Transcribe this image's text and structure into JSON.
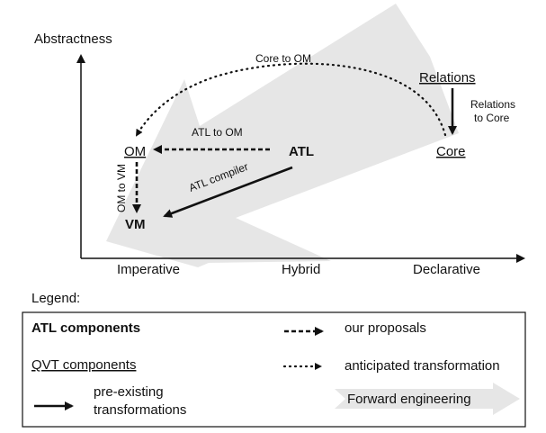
{
  "axes": {
    "y_label": "Abstractness",
    "x_categories": [
      "Imperative",
      "Hybrid",
      "Declarative"
    ]
  },
  "nodes": {
    "relations": "Relations",
    "core": "Core",
    "om": "OM",
    "atl": "ATL",
    "vm": "VM"
  },
  "edges": {
    "core_to_om": "Core to OM",
    "relations_to_core_line1": "Relations",
    "relations_to_core_line2": "to Core",
    "atl_to_om": "ATL to OM",
    "atl_compiler": "ATL compiler",
    "om_to_vm": "OM to VM"
  },
  "legend": {
    "title": "Legend:",
    "atl_components": "ATL components",
    "qvt_components": "QVT components",
    "preexisting_line1": "pre-existing",
    "preexisting_line2": "transformations",
    "our_proposals": "our proposals",
    "anticipated": "anticipated transformation",
    "forward_engineering": "Forward engineering"
  },
  "colors": {
    "big_arrow": "#e6e6e6",
    "ink": "#111111"
  }
}
